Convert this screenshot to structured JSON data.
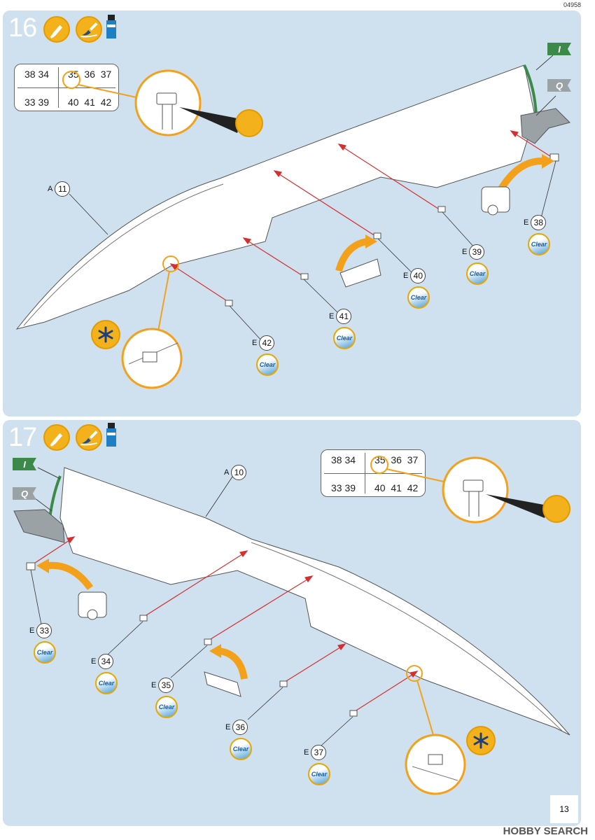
{
  "doc_code": "04958",
  "page_number": "13",
  "watermark": {
    "brand": "HOBBY",
    "word": "SEARCH"
  },
  "step16": {
    "number": "16",
    "part_grid": {
      "row1": [
        "38",
        "34",
        "35",
        "36",
        "37"
      ],
      "row2": [
        "33",
        "39",
        "40",
        "41",
        "42"
      ]
    },
    "main_part": {
      "letter": "A",
      "num": "11"
    },
    "flags": {
      "green": "I",
      "grey": "Q"
    },
    "parts": [
      {
        "letter": "E",
        "num": "38",
        "paint": "Clear"
      },
      {
        "letter": "E",
        "num": "39",
        "paint": "Clear"
      },
      {
        "letter": "E",
        "num": "40",
        "paint": "Clear"
      },
      {
        "letter": "E",
        "num": "41",
        "paint": "Clear"
      },
      {
        "letter": "E",
        "num": "42",
        "paint": "Clear"
      }
    ]
  },
  "step17": {
    "number": "17",
    "part_grid": {
      "row1": [
        "38",
        "34",
        "35",
        "36",
        "37"
      ],
      "row2": [
        "33",
        "39",
        "40",
        "41",
        "42"
      ]
    },
    "main_part": {
      "letter": "A",
      "num": "10"
    },
    "flags": {
      "green": "I",
      "grey": "Q"
    },
    "parts": [
      {
        "letter": "E",
        "num": "33",
        "paint": "Clear"
      },
      {
        "letter": "E",
        "num": "34",
        "paint": "Clear"
      },
      {
        "letter": "E",
        "num": "35",
        "paint": "Clear"
      },
      {
        "letter": "E",
        "num": "36",
        "paint": "Clear"
      },
      {
        "letter": "E",
        "num": "37",
        "paint": "Clear"
      }
    ]
  },
  "colors": {
    "panel": "#cfe0ee",
    "accent_orange": "#f3a11b",
    "arrow_red": "#d62f2f",
    "flag_green": "#3c8a49"
  },
  "icons": [
    "glue-icon",
    "paintbrush-icon",
    "clear-paint-jar-icon",
    "magnify-callout-icon",
    "asterisk-icon"
  ]
}
